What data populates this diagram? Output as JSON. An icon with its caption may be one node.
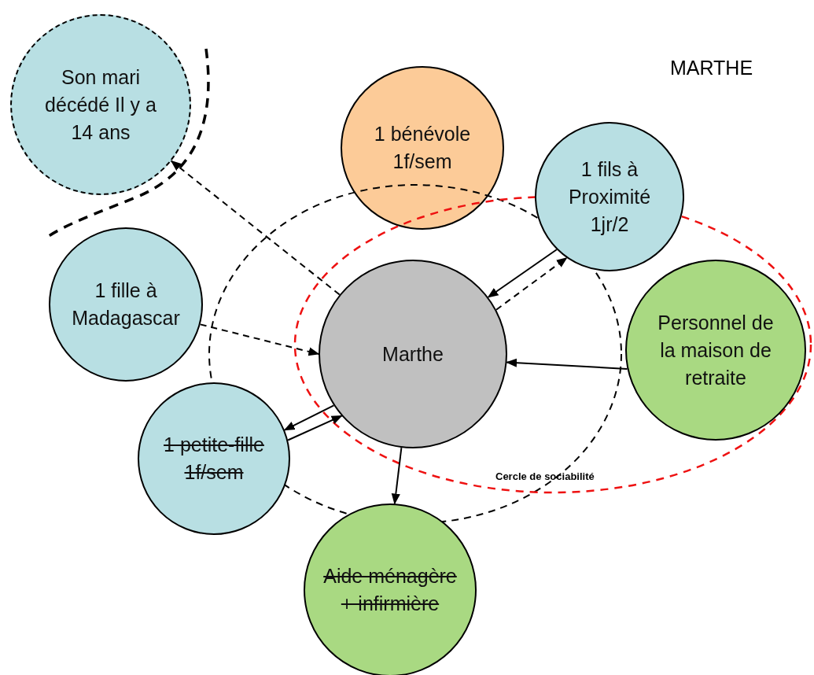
{
  "diagram": {
    "title": "MARTHE",
    "nodes": [
      {
        "text": [
          "Son mari décédé Il y a 14 ans"
        ]
      },
      {
        "text": [
          "1 bénévole 1f/sem"
        ]
      },
      {
        "text": [
          "1 fils à Proximité 1jr/2"
        ]
      },
      {
        "text": [
          "1 fille à Madagascar"
        ]
      },
      {
        "text": [
          "Marthe"
        ]
      },
      {
        "text": [
          "Personnel de la maison de retraite"
        ]
      },
      {
        "text": [
          "1 petite-fille 1f/sem"
        ]
      },
      {
        "text": [
          "Aide ménagère + infirmière"
        ]
      }
    ],
    "edges": [
      {
        "from": 4,
        "to": 0,
        "arrow": "to",
        "style": "dashed"
      },
      {
        "from": 3,
        "to": 4,
        "arrow": "to",
        "style": "dashed"
      },
      {
        "from": 2,
        "to": 4,
        "arrow": "to"
      },
      {
        "from": 4,
        "to": 2,
        "arrow": "to",
        "style": "dashed"
      },
      {
        "from": 5,
        "to": 4,
        "arrow": "to"
      },
      {
        "from": 4,
        "to": 6,
        "arrow": "to"
      },
      {
        "from": 6,
        "to": 4,
        "arrow": "to"
      },
      {
        "from": 4,
        "to": 7,
        "arrow": "to"
      }
    ],
    "labels": [
      "Cercle de sociabilité"
    ]
  }
}
